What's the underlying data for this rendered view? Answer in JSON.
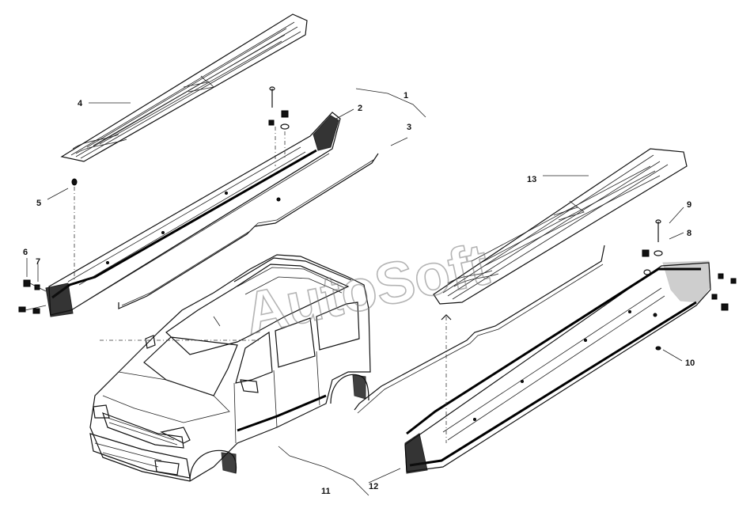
{
  "diagram": {
    "watermark": "AutoSoft",
    "callouts": {
      "c1": "1",
      "c2": "2",
      "c3": "3",
      "c4": "4",
      "c5": "5",
      "c6": "6",
      "c7": "7",
      "c8": "8",
      "c9": "9",
      "c10": "10",
      "c11": "11",
      "c12": "12",
      "c13": "13"
    },
    "parts": [
      "left-step-pad",
      "left-sill-trim",
      "left-seal",
      "right-step-pad",
      "right-sill-trim",
      "right-seal",
      "vehicle",
      "fasteners"
    ]
  }
}
